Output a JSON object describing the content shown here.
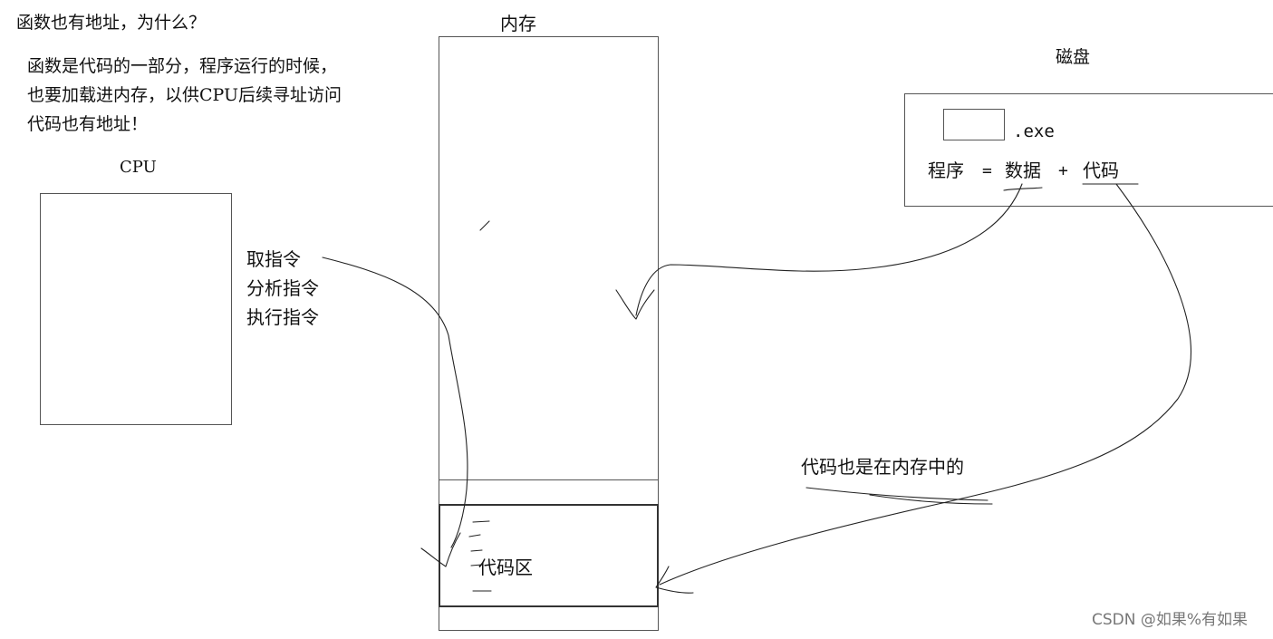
{
  "title_question": "函数也有地址，为什么？",
  "explanation": {
    "line1": "函数是代码的一部分，程序运行的时候，",
    "line2": "也要加载进内存，以供CPU后续寻址访问",
    "line3": "代码也有地址！"
  },
  "cpu": {
    "label": "CPU"
  },
  "instructions": [
    "取指令",
    "分析指令",
    "执行指令"
  ],
  "memory": {
    "label": "内存",
    "code_area_label": "代码区"
  },
  "disk": {
    "label": "磁盘",
    "file_ext": ".exe",
    "formula": {
      "program": "程序",
      "equals": "=",
      "data": "数据",
      "plus": "+",
      "code": "代码"
    }
  },
  "annotation": "代码也是在内存中的",
  "watermark": "CSDN @如果%有如果"
}
